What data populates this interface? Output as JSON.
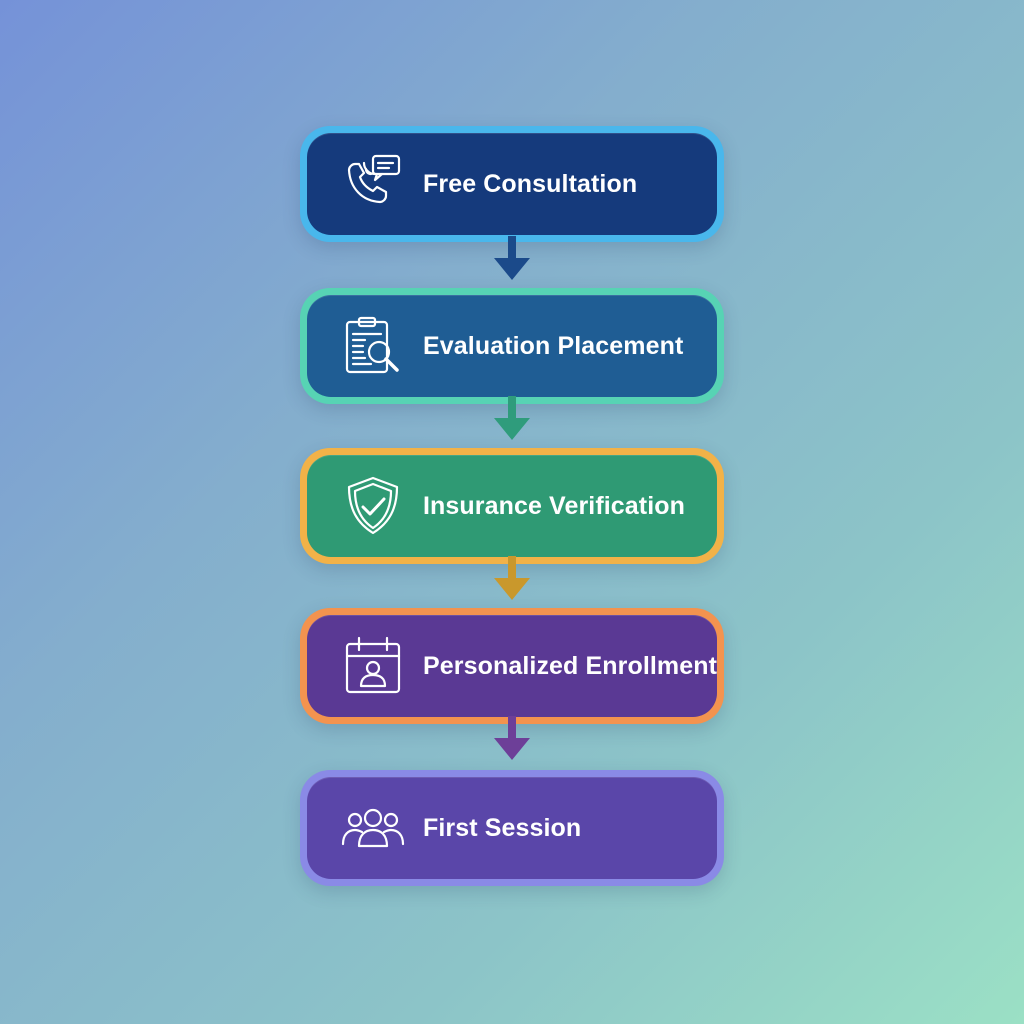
{
  "steps": [
    {
      "label": "Free Consultation",
      "icon": "phone-chat-icon",
      "border": "#49b7ec",
      "fill": "#153a7c"
    },
    {
      "label": "Evaluation Placement",
      "icon": "clipboard-search-icon",
      "border": "#57d3b4",
      "fill": "#1f5d94"
    },
    {
      "label": "Insurance Verification",
      "icon": "shield-check-icon",
      "border": "#f2b248",
      "fill": "#2f9a74"
    },
    {
      "label": "Personalized Enrollment",
      "icon": "calendar-user-icon",
      "border": "#f3934f",
      "fill": "#5a3994"
    },
    {
      "label": "First Session",
      "icon": "group-users-icon",
      "border": "#8a8ae6",
      "fill": "#5a46a9"
    }
  ],
  "arrows": [
    {
      "color": "#1b4a8a"
    },
    {
      "color": "#2f9c7c"
    },
    {
      "color": "#c9982c"
    },
    {
      "color": "#6d3f98"
    }
  ]
}
